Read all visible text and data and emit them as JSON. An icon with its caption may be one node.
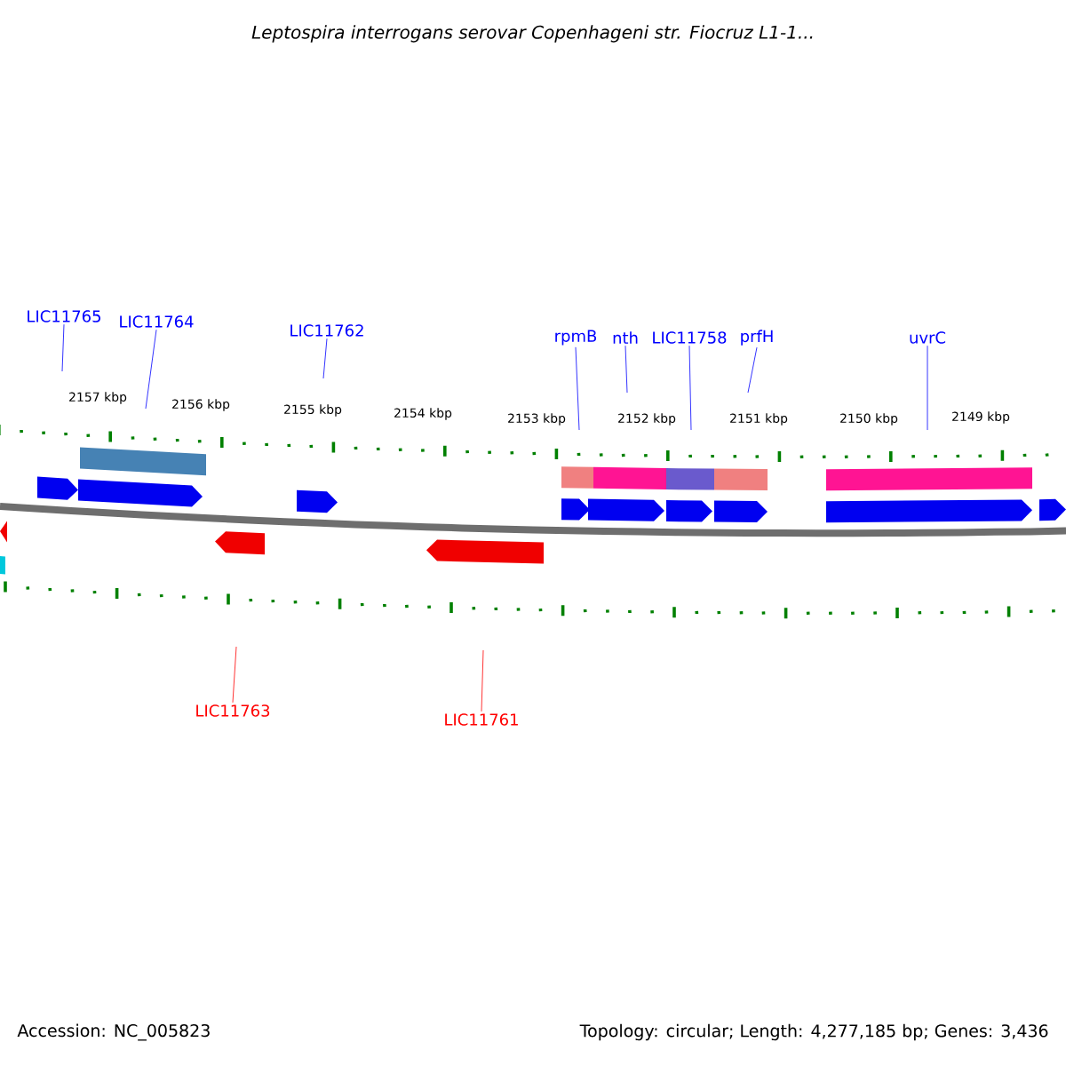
{
  "diagram": {
    "title": "Leptospira interrogans serovar Copenhageni str. Fiocruz L1-1...",
    "nodes": [
      {
        "text": [
          "LIC11765"
        ]
      },
      {
        "text": [
          "LIC11764"
        ]
      },
      {
        "text": [
          "LIC11762"
        ]
      },
      {
        "text": [
          "rpmB"
        ]
      },
      {
        "text": [
          "nth"
        ]
      },
      {
        "text": [
          "LIC11758"
        ]
      },
      {
        "text": [
          "prfH"
        ]
      },
      {
        "text": [
          "uvrC"
        ]
      },
      {
        "text": [
          "LIC11763"
        ]
      },
      {
        "text": [
          "LIC11761"
        ]
      }
    ],
    "edges": [
      {
        "from": 0,
        "to": null,
        "arrow": "none"
      },
      {
        "from": 1,
        "to": null,
        "arrow": "none"
      },
      {
        "from": 2,
        "to": null,
        "arrow": "none"
      },
      {
        "from": 3,
        "to": null,
        "arrow": "none"
      },
      {
        "from": 4,
        "to": null,
        "arrow": "none"
      },
      {
        "from": 5,
        "to": null,
        "arrow": "none"
      },
      {
        "from": 6,
        "to": null,
        "arrow": "none"
      },
      {
        "from": 7,
        "to": null,
        "arrow": "none"
      },
      {
        "from": 8,
        "to": null,
        "arrow": "none",
        "color": "#ff0000"
      },
      {
        "from": 9,
        "to": null,
        "arrow": "none",
        "color": "#ff0000"
      }
    ],
    "labels": [
      "2157 kbp",
      "2156 kbp",
      "2155 kbp",
      "2154 kbp",
      "2153 kbp",
      "2152 kbp",
      "2151 kbp",
      "2150 kbp",
      "2149 kbp",
      "Accession: NC_005823",
      "Topology: circular; Length: 4,277,185 bp; Genes: 3,436"
    ]
  }
}
